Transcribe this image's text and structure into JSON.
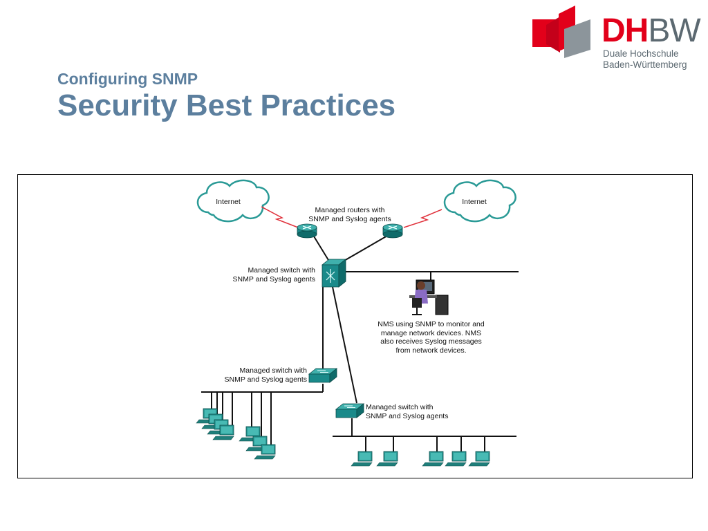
{
  "logo": {
    "main_left": "DH",
    "main_right": "BW",
    "line1": "Duale Hochschule",
    "line2": "Baden-Württemberg"
  },
  "header": {
    "subtitle": "Configuring SNMP",
    "title": "Security Best Practices"
  },
  "diagram": {
    "cloud_left": "Internet",
    "cloud_right": "Internet",
    "routers_label": "Managed routers with\nSNMP and Syslog agents",
    "core_switch_label": "Managed switch with\nSNMP and Syslog agents",
    "nms_label": "NMS using SNMP to monitor and\nmanage network devices. NMS\nalso receives Syslog messages\nfrom network devices.",
    "left_switch_label": "Managed switch with\nSNMP and Syslog agents",
    "right_switch_label": "Managed switch with\nSNMP and Syslog agents"
  },
  "colors": {
    "title": "#5c7f9e",
    "logo_red": "#e2001a",
    "logo_gray": "#5c6971",
    "device_teal": "#1a8a8a",
    "wan_link": "#e0303a"
  }
}
